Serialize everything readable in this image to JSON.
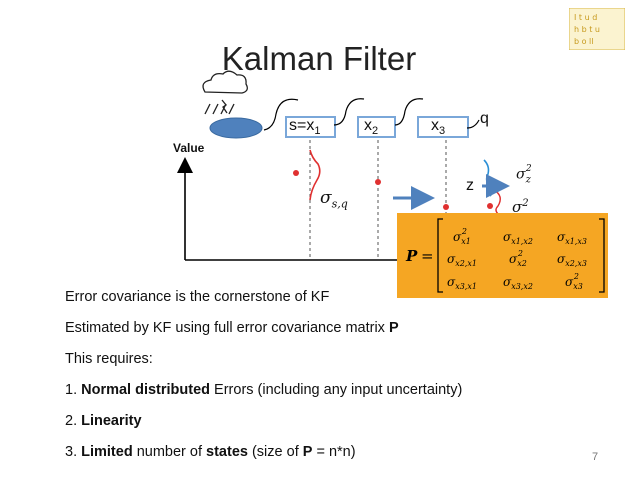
{
  "slide": {
    "title": "Kalman Filter",
    "page_number": "7"
  },
  "diagram": {
    "y_axis_label": "Value",
    "states": [
      "s=x1",
      "x2",
      "x3"
    ],
    "q_label": "q",
    "z_label": "z",
    "sigma_sq_label": "σs,q",
    "sigma_z_label": "σz2",
    "sigma_hidden_label": "σ2",
    "icons": [
      "rain-cloud-icon",
      "ellipse-source-icon"
    ],
    "colors": {
      "density_red": "#e03030",
      "density_blue": "#2a8fd6",
      "accent_orange": "#f5a623",
      "arrow_blue": "#4f81bd"
    }
  },
  "matrix": {
    "name": "P",
    "rows": [
      [
        "σx12",
        "σx1,x2",
        "σx1,x3"
      ],
      [
        "σx2,x1",
        "σx22",
        "σx2,x3"
      ],
      [
        "σx3,x1",
        "σx3,x2",
        "σx32"
      ]
    ]
  },
  "bullets": [
    {
      "text": "Error covariance is the cornerstone of KF"
    },
    {
      "text": "Estimated by KF using full error covariance matrix P"
    },
    {
      "text": "This requires:"
    },
    {
      "text": "1. Normal distributed Errors (including any input uncertainty)"
    },
    {
      "text": "2. Linearity"
    },
    {
      "text": "3. Limited number of states  (size of P = n*n)"
    }
  ]
}
